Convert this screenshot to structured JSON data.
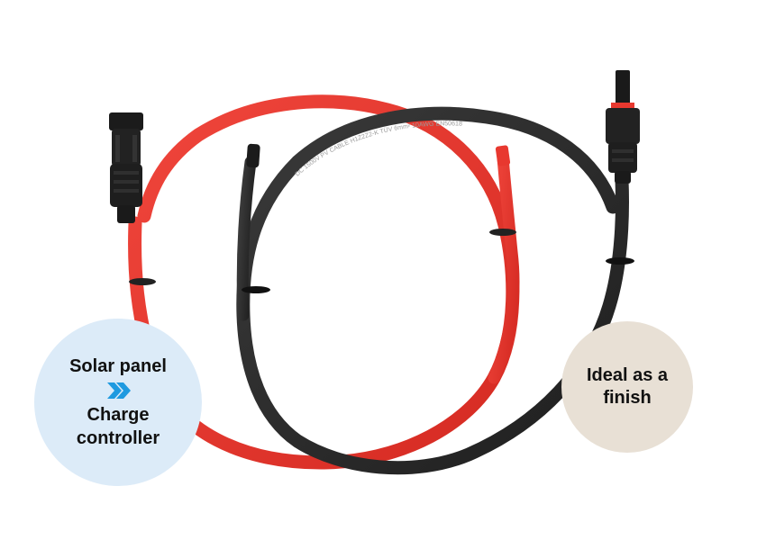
{
  "badges": {
    "left": {
      "line1": "Solar panel",
      "line2": "Charge",
      "line3": "controller",
      "icon": "double-chevron-right-icon",
      "background": "#dcebf8",
      "icon_color": "#1f9ae0"
    },
    "right": {
      "line1": "Ideal as a",
      "line2": "finish",
      "background": "#e8e0d5"
    }
  },
  "cables": {
    "red_color": "#e8382f",
    "black_color": "#2b2b2b",
    "red_print": "",
    "black_print": "DC 1500V PV CABLE H1Z2Z2-K TÜV 6mm² 10AWG EN50618"
  }
}
